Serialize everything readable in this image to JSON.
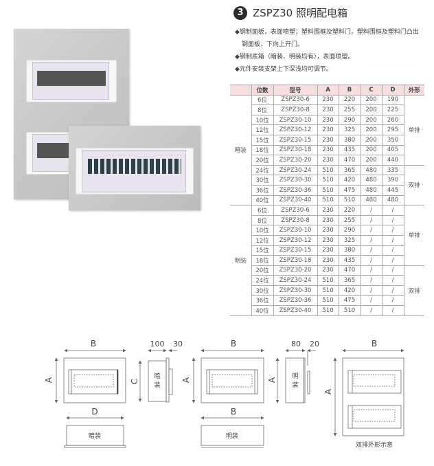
{
  "header": {
    "number": "3",
    "title": "ZSPZ30 照明配电箱"
  },
  "bullets": [
    "◆钢制面板，表面喷塑；塑料围框及塑料门，塑料围框及塑料门凸出",
    "钢面板，下向上开门。",
    "◆钢制底箱（暗装、明装均有），表面喷塑。",
    "◆元件安装支架上下深浅均可调节。"
  ],
  "table": {
    "headers": [
      "",
      "位数",
      "型号",
      "A",
      "B",
      "C",
      "D",
      "外形"
    ],
    "groups": [
      {
        "label": "暗装",
        "rows": [
          [
            "6位",
            "ZSPZ30-6",
            "230",
            "220",
            "200",
            "190"
          ],
          [
            "8位",
            "ZSPZ30-8",
            "230",
            "255",
            "200",
            "225"
          ],
          [
            "10位",
            "ZSPZ30-10",
            "230",
            "290",
            "200",
            "260"
          ],
          [
            "12位",
            "ZSPZ30-12",
            "230",
            "325",
            "200",
            "295"
          ],
          [
            "15位",
            "ZSPZ30-15",
            "230",
            "380",
            "200",
            "350"
          ],
          [
            "18位",
            "ZSPZ30-18",
            "230",
            "435",
            "200",
            "405"
          ],
          [
            "20位",
            "ZSPZ30-20",
            "230",
            "470",
            "200",
            "440"
          ],
          [
            "24位",
            "ZSPZ30-24",
            "510",
            "365",
            "480",
            "335"
          ],
          [
            "30位",
            "ZSPZ30-30",
            "510",
            "420",
            "480",
            "390"
          ],
          [
            "36位",
            "ZSPZ30-36",
            "510",
            "475",
            "480",
            "445"
          ],
          [
            "40位",
            "ZSPZ30-40",
            "510",
            "510",
            "480",
            "480"
          ]
        ],
        "shapes": [
          {
            "label": "单排",
            "span": 7
          },
          {
            "label": "双排",
            "span": 4
          }
        ]
      },
      {
        "label": "明装",
        "rows": [
          [
            "6位",
            "ZSPZ30-6",
            "230",
            "220",
            "/",
            "/"
          ],
          [
            "8位",
            "ZSPZ30-8",
            "230",
            "255",
            "/",
            "/"
          ],
          [
            "10位",
            "ZSPZ30-10",
            "230",
            "290",
            "/",
            "/"
          ],
          [
            "12位",
            "ZSPZ30-12",
            "230",
            "325",
            "/",
            "/"
          ],
          [
            "15位",
            "ZSPZ30-15",
            "230",
            "380",
            "/",
            "/"
          ],
          [
            "18位",
            "ZSPZ30-18",
            "230",
            "435",
            "/",
            "/"
          ],
          [
            "20位",
            "ZSPZ30-20",
            "230",
            "470",
            "/",
            "/"
          ],
          [
            "24位",
            "ZSPZ30-24",
            "510",
            "365",
            "/",
            "/"
          ],
          [
            "30位",
            "ZSPZ30-30",
            "510",
            "420",
            "/",
            "/"
          ],
          [
            "36位",
            "ZSPZ30-36",
            "510",
            "475",
            "/",
            "/"
          ],
          [
            "40位",
            "ZSPZ30-40",
            "510",
            "510",
            "/",
            "/"
          ]
        ],
        "shapes": [
          {
            "label": "单排",
            "span": 6
          },
          {
            "label": "双排",
            "span": 5
          }
        ]
      }
    ]
  },
  "diagrams": {
    "b": "B",
    "a": "A",
    "c": "C",
    "d": "D",
    "d100": "100",
    "d30": "30",
    "d80": "80",
    "d20": "20",
    "flush": "暗装",
    "flush_v1": "暗",
    "flush_v2": "装",
    "surface": "明装",
    "surface_v1": "明",
    "surface_v2": "装",
    "double_caption": "双排外形示意"
  }
}
